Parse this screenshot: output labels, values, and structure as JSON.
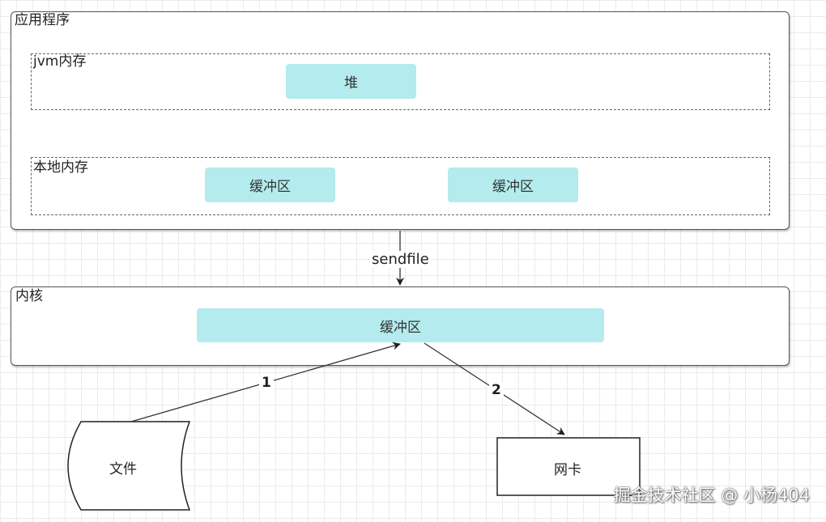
{
  "app": {
    "title": "应用程序",
    "jvm": {
      "title": "jvm内存",
      "heap": "堆"
    },
    "native": {
      "title": "本地内存",
      "buffer1": "缓冲区",
      "buffer2": "缓冲区"
    }
  },
  "sendfile_label": "sendfile",
  "kernel": {
    "title": "内核",
    "buffer": "缓冲区"
  },
  "arrows": {
    "step1": "1",
    "step2": "2"
  },
  "file": {
    "label": "文件"
  },
  "nic": {
    "label": "网卡"
  },
  "watermark": "掘金技术社区 @ 小杨404",
  "colors": {
    "buffer_fill": "#b3ebee",
    "border": "#555555"
  }
}
